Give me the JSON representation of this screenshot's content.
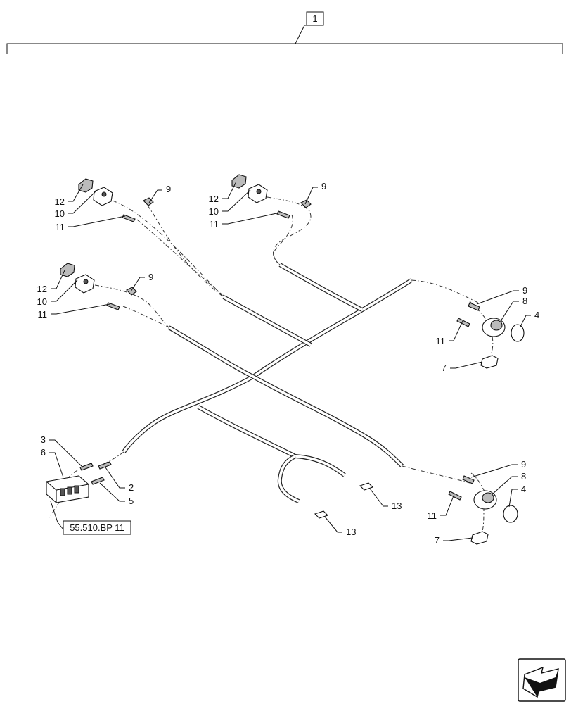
{
  "assembly": {
    "item_number": "1"
  },
  "reference": {
    "text": "55.510.BP 11"
  },
  "callouts": {
    "c2": "2",
    "c3": "3",
    "c4": "4",
    "c5": "5",
    "c6": "6",
    "c7": "7",
    "c8": "8",
    "c9": "9",
    "c10": "10",
    "c11": "11",
    "c12": "12",
    "c13": "13"
  },
  "nav_icon": "next-page-arrow-icon"
}
